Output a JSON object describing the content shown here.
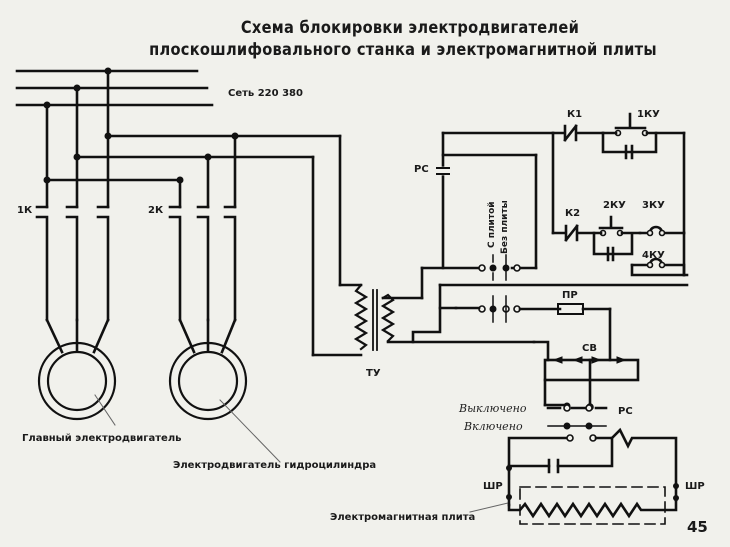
{
  "title": {
    "line1": "Схема блокировки электродвигателей",
    "line2": "плоскошлифовального станка и электромагнитной плиты"
  },
  "network": {
    "label": "Сеть 220 380"
  },
  "contactors": {
    "k1_main": "1К",
    "k2_hydro": "2К"
  },
  "control": {
    "relay_contact": "РС",
    "coil_k1": "К1",
    "coil_k2": "К2",
    "button_1": "1КУ",
    "button_2": "2КУ",
    "button_3": "3КУ",
    "button_4": "4КУ",
    "switch_with_plate": "С плитой",
    "switch_without_plate": "Без плиты",
    "fuse": "ПР",
    "transformer": "ТУ",
    "rectifier": "СВ"
  },
  "relay_legend": {
    "off": "Выключено",
    "on": "Включено",
    "relay": "РС"
  },
  "plate": {
    "connector_left": "ШР",
    "connector_right": "ШР"
  },
  "captions": {
    "main_motor": "Главный электродвигатель",
    "hydro_motor": "Электродвигатель гидроцилиндра",
    "magnetic_plate": "Электромагнитная плита"
  },
  "page_number": "45",
  "colors": {
    "background": "#f1f1ec",
    "ink": "#111111"
  }
}
